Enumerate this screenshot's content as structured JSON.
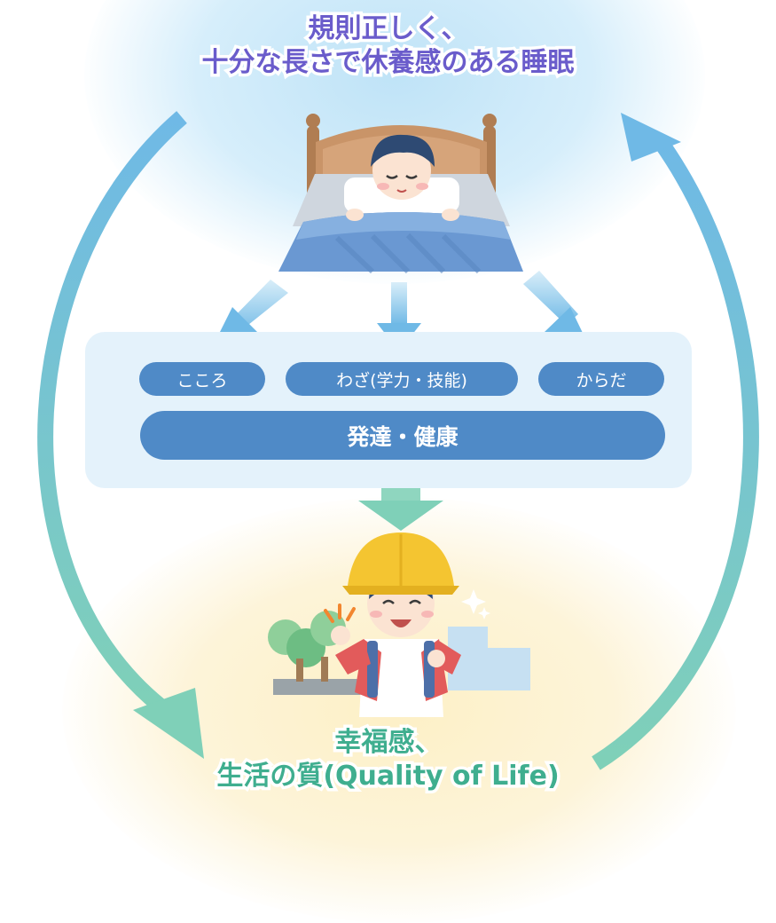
{
  "top_title": {
    "line1": "規則正しく、",
    "line2": "十分な長さで休養感のある睡眠"
  },
  "factors": {
    "kokoro": "こころ",
    "waza": "わざ(学力・技能)",
    "karada": "からだ"
  },
  "development": "発達・健康",
  "bottom_title": {
    "line1": "幸福感、",
    "line2": "生活の質(Quality of Life)"
  },
  "colors": {
    "top_title": "#6a5ccb",
    "bottom_title": "#3fae8f",
    "pill": "#4f8ac7",
    "panel": "#e4f2fb",
    "arrow_blue": "#6fb9e6",
    "arrow_green": "#7fd0b8"
  },
  "illustrations": [
    "sleeping-child-in-bed",
    "happy-schoolchild-with-yellow-hat"
  ]
}
